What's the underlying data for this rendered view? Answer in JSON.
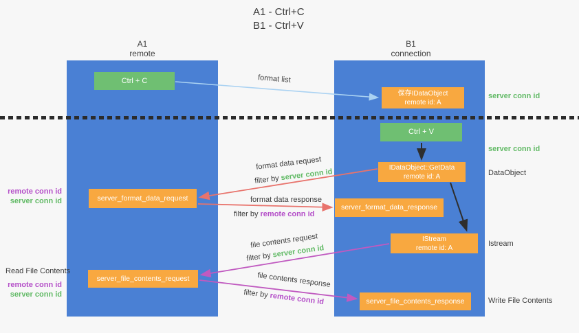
{
  "title": {
    "line1": "A1 - Ctrl+C",
    "line2": "B1 - Ctrl+V"
  },
  "lanes": {
    "a1": {
      "name": "A1",
      "subtitle": "remote"
    },
    "b1": {
      "name": "B1",
      "subtitle": "connection"
    }
  },
  "boxes": {
    "ctrl_c": {
      "label": "Ctrl + C"
    },
    "save_dataobject": {
      "line1": "保存IDataObject",
      "line2": "remote id: A"
    },
    "ctrl_v": {
      "label": "Ctrl + V"
    },
    "getdata": {
      "line1": "IDataObject::GetData",
      "line2": "remote id: A"
    },
    "format_request": {
      "label": "server_format_data_request"
    },
    "format_response": {
      "label": "server_format_data_response"
    },
    "istream": {
      "line1": "IStream",
      "line2": "remote id: A"
    },
    "file_request": {
      "label": "server_file_contents_request"
    },
    "file_response": {
      "label": "server_file_contents_response"
    }
  },
  "arrow_labels": {
    "format_list": "format list",
    "format_data_request": "format data request",
    "format_data_request_filter": {
      "prefix": "filter by ",
      "value": "server conn id"
    },
    "format_data_response": "format data response",
    "format_data_response_filter": {
      "prefix": "filter by ",
      "value": "remote conn id"
    },
    "file_contents_request": "file contents request",
    "file_contents_request_filter": {
      "prefix": "filter by ",
      "value": "server conn id"
    },
    "file_contents_response": "file contents response",
    "file_contents_response_filter": {
      "prefix": "filter by ",
      "value": "remote conn id"
    }
  },
  "side_labels": {
    "right_server_conn_top": "server conn id",
    "right_server_conn_mid": "server conn id",
    "right_dataobject": "DataObject",
    "right_istream": "Istream",
    "right_write_file": "Write File Contents",
    "left_remote_conn_top": "remote conn id",
    "left_server_conn_top": "server conn id",
    "left_read_file": "Read File Contents",
    "left_remote_conn_bottom": "remote conn id",
    "left_server_conn_bottom": "server conn id"
  },
  "colors": {
    "lane_blue": "#4a80d4",
    "box_green": "#6fbf72",
    "box_orange": "#f8a840",
    "arrow_salmon": "#e8736c",
    "arrow_magenta": "#c05ac0",
    "arrow_lightblue": "#aad2f2",
    "arrow_black": "#2e2e2e",
    "text_green": "#62ba66",
    "text_purple": "#b44fc8",
    "text_dark": "#3d3d3d",
    "background": "#f7f7f7"
  }
}
